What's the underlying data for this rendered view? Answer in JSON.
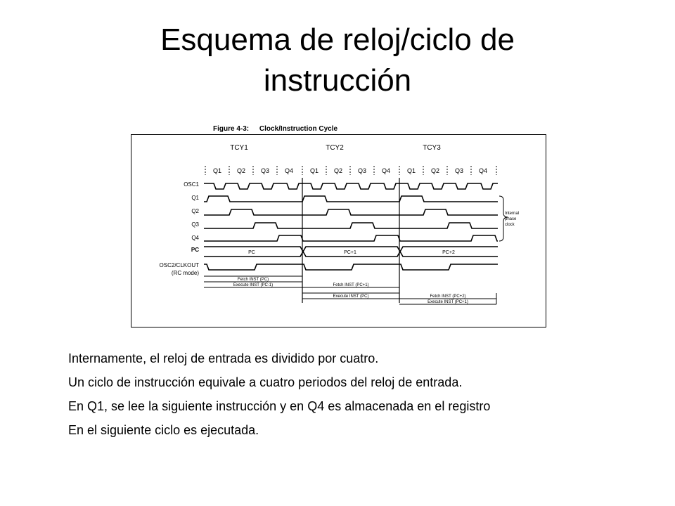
{
  "slide": {
    "title_line1": "Esquema de reloj/ciclo de",
    "title_line2": "instrucción"
  },
  "figure": {
    "number": "Figure 4-3:",
    "caption": "Clock/Instruction Cycle",
    "cycles": [
      "TCY1",
      "TCY2",
      "TCY3"
    ],
    "phases": [
      "Q1",
      "Q2",
      "Q3",
      "Q4",
      "Q1",
      "Q2",
      "Q3",
      "Q4",
      "Q1",
      "Q2",
      "Q3",
      "Q4"
    ],
    "signals": [
      "OSC1",
      "Q1",
      "Q2",
      "Q3",
      "Q4",
      "PC",
      "OSC2/CLKOUT",
      "(RC mode)"
    ],
    "pc_values": [
      "PC",
      "PC+1",
      "PC+2"
    ],
    "internal_clock_label": [
      "Internal",
      "phase",
      "clock"
    ],
    "pipeline": {
      "row1": [
        "Fetch INST (PC)"
      ],
      "row2": [
        "Execute INST (PC-1)",
        "Fetch INST (PC+1)"
      ],
      "row3": [
        "Execute INST (PC)",
        "Fetch INST (PC+2)"
      ],
      "row4": [
        "Execute INST (PC+1)"
      ]
    }
  },
  "bullets": [
    "Internamente, el reloj de entrada es dividido por cuatro.",
    "Un ciclo de instrucción equivale a cuatro periodos del reloj de entrada.",
    "En Q1, se lee la siguiente instrucción y en Q4 es almacenada en el registro",
    "En el siguiente ciclo es ejecutada."
  ]
}
